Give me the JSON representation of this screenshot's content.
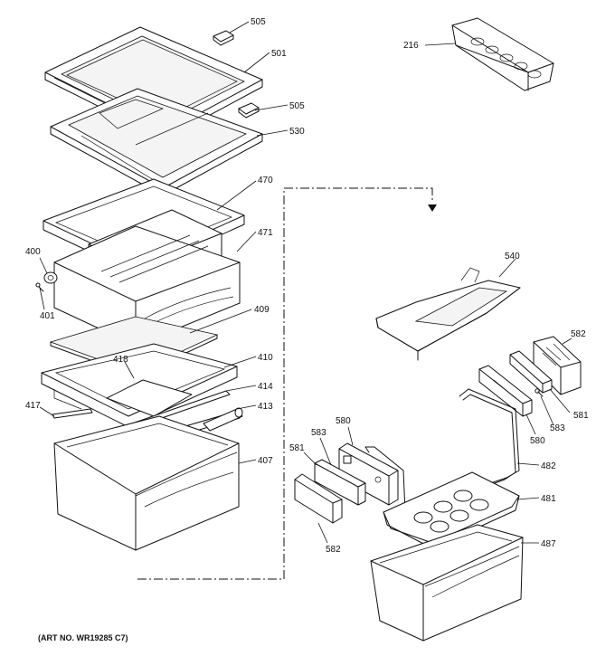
{
  "art_number": "(ART NO. WR19285 C7)",
  "callouts": {
    "c505_top": "505",
    "c501": "501",
    "c505_mid": "505",
    "c530": "530",
    "c216": "216",
    "c470": "470",
    "c471": "471",
    "c400": "400",
    "c401": "401",
    "c409": "409",
    "c410": "410",
    "c418": "418",
    "c414": "414",
    "c417": "417",
    "c413": "413",
    "c407": "407",
    "c540": "540",
    "c582_right": "582",
    "c581_right": "581",
    "c583_right": "583",
    "c580_right": "580",
    "c580_left": "580",
    "c583_left": "583",
    "c581_left": "581",
    "c482": "482",
    "c481": "481",
    "c582_left": "582",
    "c487": "487"
  }
}
